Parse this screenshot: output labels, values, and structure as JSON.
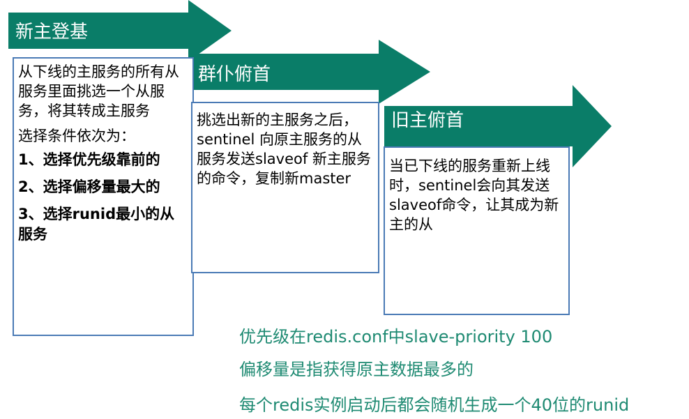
{
  "steps": [
    {
      "title": "新主登基",
      "lines": [
        "从下线的主服务的所有从服务里面挑选一个从服务，将其转成主服务"
      ],
      "sub_heading": "选择条件依次为：",
      "criteria": [
        "1、选择优先级靠前的",
        "2、选择偏移量最大的",
        "3、选择runid最小的从服务"
      ]
    },
    {
      "title": "群仆俯首",
      "lines": [
        "挑选出新的主服务之后，sentinel 向原主服务的从服务发送slaveof 新主服务 的命令，复制新master"
      ]
    },
    {
      "title": "旧主俯首",
      "lines": [
        "当已下线的服务重新上线时，sentinel会向其发送slaveof命令，让其成为新主的从"
      ]
    }
  ],
  "notes": [
    "优先级在redis.conf中slave-priority 100",
    "偏移量是指获得原主数据最多的",
    "每个redis实例启动后都会随机生成一个40位的runid"
  ],
  "colors": {
    "arrow": "#0a7d68",
    "border": "#4a7ab5",
    "note_text": "#1e8a72"
  }
}
